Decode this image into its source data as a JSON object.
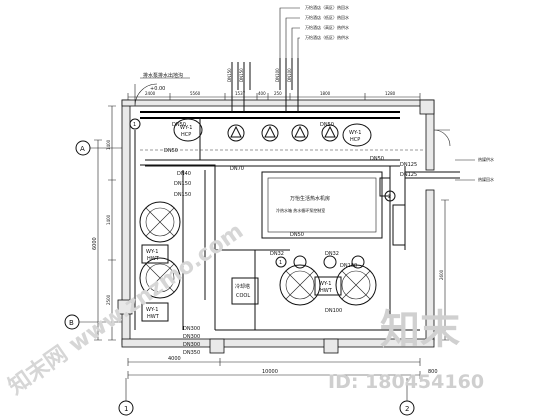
{
  "header_labels": [
    "万怡酒店（高区）热回水",
    "万怡酒店（低区）热回水",
    "万怡酒店（高区）热供水",
    "万怡酒店（低区）热供水"
  ],
  "top_pipe_labels": [
    "DN150",
    "DN150",
    "DN100",
    "DN100"
  ],
  "exhaust_label": "排水泵排水出地沟",
  "elevation_mark": "+0.00",
  "dims": {
    "top": [
      "2400",
      "5560",
      "1537",
      "400",
      "250",
      "1800",
      "1280"
    ],
    "bottom_total": "10000",
    "bottom_left": "4000",
    "bottom_right": "800",
    "left_total": "6000",
    "left_a": "1400",
    "left_b": "1400",
    "left_c": "2500",
    "right_a": "2600"
  },
  "equipment": {
    "hcp1": [
      "WY-1",
      "HCP"
    ],
    "hcp2": [
      "WY-1",
      "HCP"
    ],
    "hwt1": [
      "WY-1",
      "HWT"
    ],
    "hwt2": [
      "WY-1",
      "HWT"
    ],
    "hwt3": [
      "WY-1",
      "HWT"
    ],
    "cool": [
      "冷却塔",
      "COOL"
    ]
  },
  "pipe_labels": {
    "dn50_a": "DN50",
    "dn50_b": "DN50",
    "dn50_c": "DN50",
    "dn50_d": "DN50",
    "dn70": "DN70",
    "dn40": "DN40",
    "dn150_a": "DN150",
    "dn150_b": "DN150",
    "dn32_a": "DN32",
    "dn32_b": "DN32",
    "dn50_e": "DN50",
    "dn100_b": "DN100",
    "dn100_c": "DN100",
    "dn125_a": "DN125",
    "dn125_b": "DN125",
    "dn300_a": "DN300",
    "dn300_b": "DN300",
    "dn300_c": "DN300",
    "dn350": "DN350"
  },
  "room_labels": {
    "tank_title": "万怡生活热水机房",
    "tank_sub": "冷热水箱  热水循环泵控制室",
    "right_top": "热媒供水",
    "right_bottom": "热媒回水"
  },
  "axis_marks": [
    "A",
    "B",
    "1",
    "2"
  ],
  "grid_bubbles": [
    "1",
    "2",
    "1"
  ],
  "watermark": "知末网 www.znzmo.com",
  "brand_watermark": "知末",
  "id_label": "ID: 180454160"
}
